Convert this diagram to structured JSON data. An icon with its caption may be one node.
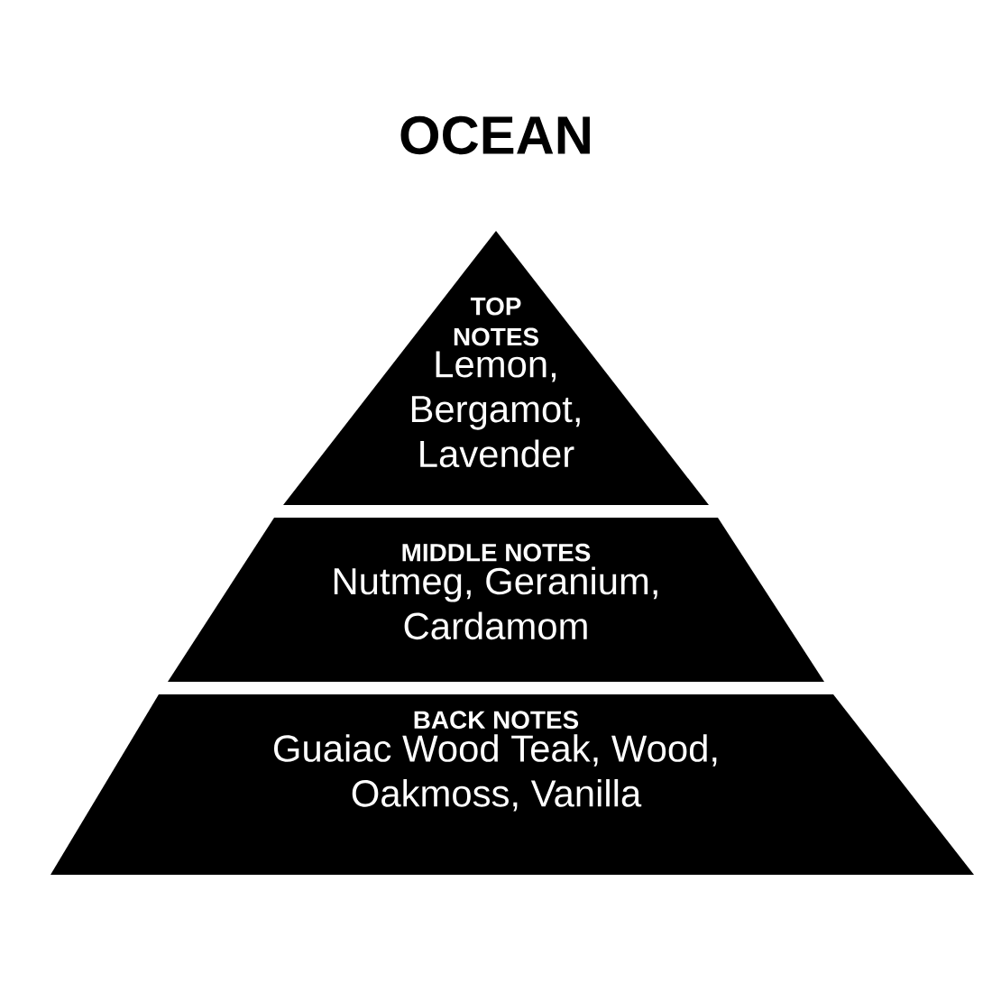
{
  "diagram": {
    "title": "OCEAN",
    "nodes": [
      {
        "text": [
          "TOP NOTES",
          "Lemon, Bergamot, Lavender"
        ]
      },
      {
        "text": [
          "MIDDLE NOTES",
          "Nutmeg, Geranium, Cardamom"
        ]
      },
      {
        "text": [
          "BACK NOTES",
          "Guaiac Wood Teak, Wood, Oakmoss, Vanilla"
        ]
      }
    ]
  }
}
